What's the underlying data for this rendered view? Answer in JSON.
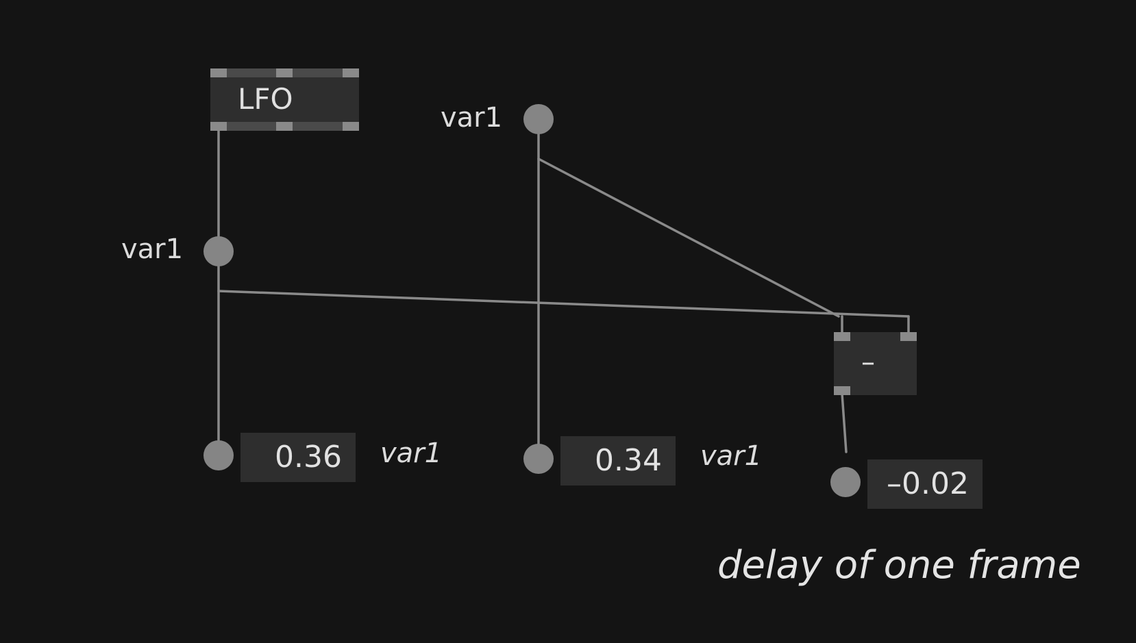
{
  "nodes": {
    "lfo": {
      "label": "LFO"
    },
    "subtract": {
      "label": "–"
    }
  },
  "variables": {
    "top_center": {
      "label": "var1"
    },
    "left_mid": {
      "label": "var1"
    }
  },
  "outputs": {
    "out1": {
      "value": "0.36",
      "name": "var1"
    },
    "out2": {
      "value": "0.34",
      "name": "var1"
    },
    "out3": {
      "value": "–0.02"
    }
  },
  "comment": "delay of one frame",
  "colors": {
    "background": "#141414",
    "wire": "#8a8a8a",
    "node_fill": "#2e2e2e",
    "pin": "#8a8a8a",
    "text": "#e0e0e0"
  }
}
